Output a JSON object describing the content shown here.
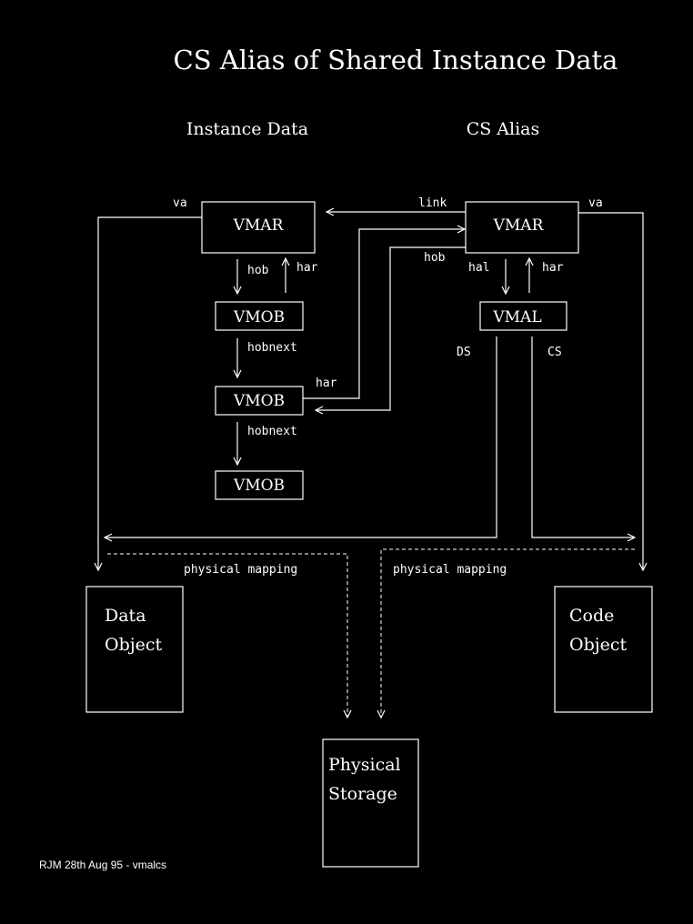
{
  "title": "CS Alias of Shared Instance Data",
  "headings": {
    "instance_data": "Instance Data",
    "cs_alias": "CS Alias"
  },
  "nodes": {
    "vmar_left": "VMAR",
    "vmar_right": "VMAR",
    "vmob_1": "VMOB",
    "vmob_2": "VMOB",
    "vmob_3": "VMOB",
    "vmal": "VMAL",
    "data_object": [
      "Data",
      "Object"
    ],
    "code_object": [
      "Code",
      "Object"
    ],
    "physical_storage": [
      "Physical",
      "Storage"
    ]
  },
  "edge_labels": {
    "va_left": "va",
    "va_right": "va",
    "link": "link",
    "hob_right": "hob",
    "hob_left": "hob",
    "har_left": "har",
    "hal": "hal",
    "har_right": "har",
    "hobnext_1": "hobnext",
    "hobnext_2": "hobnext",
    "har_mid": "har",
    "ds": "DS",
    "cs": "CS",
    "physical_mapping_left": "physical mapping",
    "physical_mapping_right": "physical mapping"
  },
  "footer": "RJM 28th Aug 95 - vmalcs"
}
